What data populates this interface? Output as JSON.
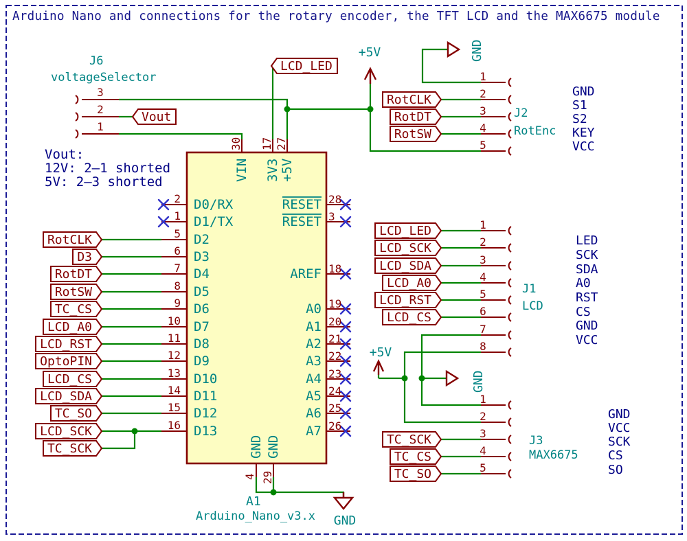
{
  "title": "Arduino Nano and connections for the rotary encoder, the TFT LCD and the MAX6675 module",
  "colors": {
    "wire_green": "#008400",
    "symbol_red": "#840000",
    "pin_name_teal": "#008484",
    "net_name_blue": "#000084",
    "no_connect_blue": "#3232c8",
    "chip_fill_yellow": "#fdfdc2",
    "frame_blue": "#1a1a96"
  },
  "power": {
    "p5v": "+5V",
    "gnd": "GND"
  },
  "j6": {
    "ref": "J6",
    "value": "voltageSelector",
    "pin_numbers": [
      "3",
      "2",
      "1"
    ],
    "net_label": "Vout",
    "note": [
      "Vout:",
      "12V: 2–1 shorted",
      "5V: 2–3 shorted"
    ]
  },
  "top_label": "LCD_LED",
  "arduino": {
    "ref": "A1",
    "value": "Arduino_Nano_v3.x",
    "top_pins": [
      {
        "num": "30",
        "name": "VIN"
      },
      {
        "num": "17",
        "name": "3V3"
      },
      {
        "num": "27",
        "name": "+5V"
      }
    ],
    "left_pins": [
      {
        "num": "2",
        "name": "D0/RX"
      },
      {
        "num": "1",
        "name": "D1/TX"
      },
      {
        "num": "5",
        "name": "D2"
      },
      {
        "num": "6",
        "name": "D3"
      },
      {
        "num": "7",
        "name": "D4"
      },
      {
        "num": "8",
        "name": "D5"
      },
      {
        "num": "9",
        "name": "D6"
      },
      {
        "num": "10",
        "name": "D7"
      },
      {
        "num": "11",
        "name": "D8"
      },
      {
        "num": "12",
        "name": "D9"
      },
      {
        "num": "13",
        "name": "D10"
      },
      {
        "num": "14",
        "name": "D11"
      },
      {
        "num": "15",
        "name": "D12"
      },
      {
        "num": "16",
        "name": "D13"
      }
    ],
    "right_pins": [
      {
        "num": "28",
        "name": "RESET"
      },
      {
        "num": "3",
        "name": "RESET"
      },
      {
        "num": "18",
        "name": "AREF"
      },
      {
        "num": "19",
        "name": "A0"
      },
      {
        "num": "20",
        "name": "A1"
      },
      {
        "num": "21",
        "name": "A2"
      },
      {
        "num": "22",
        "name": "A3"
      },
      {
        "num": "23",
        "name": "A4"
      },
      {
        "num": "24",
        "name": "A5"
      },
      {
        "num": "25",
        "name": "A6"
      },
      {
        "num": "26",
        "name": "A7"
      }
    ],
    "bottom_pins": [
      {
        "num": "4",
        "name": "GND"
      },
      {
        "num": "29",
        "name": "GND"
      }
    ]
  },
  "left_labels": [
    "RotCLK",
    "D3",
    "RotDT",
    "RotSW",
    "TC_CS",
    "LCD_A0",
    "LCD_RST",
    "OptoPIN",
    "LCD_CS",
    "LCD_SDA",
    "TC_SO",
    "LCD_SCK",
    "TC_SCK"
  ],
  "j2": {
    "ref": "J2",
    "value": "RotEnc",
    "pin_numbers": [
      "1",
      "2",
      "3",
      "4",
      "5"
    ],
    "pin_names": [
      "GND",
      "S1",
      "S2",
      "KEY",
      "VCC"
    ],
    "labels": [
      "RotCLK",
      "RotDT",
      "RotSW"
    ]
  },
  "j1": {
    "ref": "J1",
    "value": "LCD",
    "pin_numbers": [
      "1",
      "2",
      "3",
      "4",
      "5",
      "6",
      "7",
      "8"
    ],
    "pin_names": [
      "LED",
      "SCK",
      "SDA",
      "A0",
      "RST",
      "CS",
      "GND",
      "VCC"
    ],
    "labels": [
      "LCD_LED",
      "LCD_SCK",
      "LCD_SDA",
      "LCD_A0",
      "LCD_RST",
      "LCD_CS"
    ]
  },
  "j3": {
    "ref": "J3",
    "value": "MAX6675",
    "pin_numbers": [
      "1",
      "2",
      "3",
      "4",
      "5"
    ],
    "pin_names": [
      "GND",
      "VCC",
      "SCK",
      "CS",
      "SO"
    ],
    "labels": [
      "TC_SCK",
      "TC_CS",
      "TC_SO"
    ]
  }
}
